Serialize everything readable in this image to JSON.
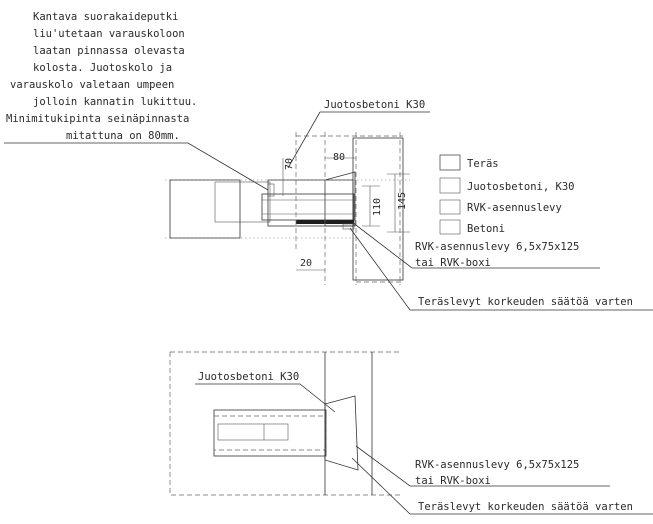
{
  "notes": {
    "support_note": [
      "Kantava suorakaideputki",
      "liu'utetaan varauskoloon",
      "laatan pinnassa olevasta",
      "kolosta. Juotoskolo ja",
      "varauskolo valetaan umpeen",
      "jolloin kannatin lukittuu.",
      "Minimitukipinta seinäpinnasta",
      "mitattuna on 80mm."
    ],
    "grout_top": "Juotosbetoni K30",
    "grout_bottom": "Juotosbetoni K30",
    "bearing_plate_top": [
      "RVK-asennuslevy 6,5x75x125",
      "tai RVK-boxi"
    ],
    "bearing_plate_bottom": [
      "RVK-asennuslevy 6,5x75x125",
      "tai RVK-boxi"
    ],
    "steel_shims_top": "Teräslevyt korkeuden säätöä varten",
    "steel_shims_bottom": "Teräslevyt korkeuden säätöä varten"
  },
  "legend": [
    {
      "label": "Teräs",
      "fill": "#8a8a8a"
    },
    {
      "label": "Juotosbetoni, K30",
      "fill": "#e6e6e6"
    },
    {
      "label": "RVK-asennuslevy",
      "fill": "#1e1e1e"
    },
    {
      "label": "Betoni",
      "fill": "#f4f4f4"
    }
  ],
  "dimensions": {
    "d70": "70",
    "d80": "80",
    "d110": "110",
    "d145": "145",
    "d20": "20"
  }
}
